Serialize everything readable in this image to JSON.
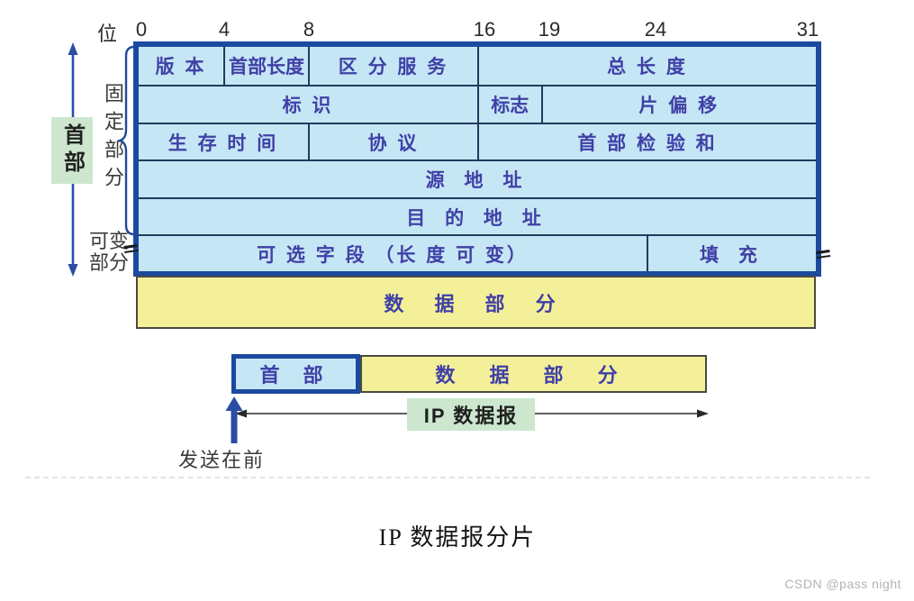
{
  "colors": {
    "table_fill": "#c5e6f4",
    "table_border": "#1b4a9e",
    "grid_line": "#223a5e",
    "field_text": "#4040a6",
    "data_fill": "#f4f09a",
    "label_green": "#cce7cd",
    "arrow_blue": "#2b4da6",
    "watermark_gray": "#b3b3b3"
  },
  "axis": {
    "bit_label": "位",
    "ticks": [
      "0",
      "4",
      "8",
      "16",
      "19",
      "24",
      "31"
    ]
  },
  "side": {
    "header_label": "首部",
    "fixed_part": "固定部分",
    "variable_part": "可变部分"
  },
  "header_table": {
    "rows": [
      {
        "cells": [
          {
            "label": "版 本",
            "bits": 4
          },
          {
            "label": "首部长度",
            "bits": 4
          },
          {
            "label": "区 分 服 务",
            "bits": 8
          },
          {
            "label": "总 长 度",
            "bits": 16
          }
        ]
      },
      {
        "cells": [
          {
            "label": "标   识",
            "bits": 16
          },
          {
            "label": "标志",
            "bits": 3
          },
          {
            "label": "片 偏 移",
            "bits": 13
          }
        ]
      },
      {
        "cells": [
          {
            "label": "生 存 时 间",
            "bits": 8
          },
          {
            "label": "协   议",
            "bits": 8
          },
          {
            "label": "首 部 检 验 和",
            "bits": 16
          }
        ]
      },
      {
        "cells": [
          {
            "label": "源 地 址",
            "bits": 32
          }
        ]
      },
      {
        "cells": [
          {
            "label": "目 的 地 址",
            "bits": 32
          }
        ]
      },
      {
        "cells": [
          {
            "label": "可 选 字 段 （长 度 可 变）",
            "bits": 24
          },
          {
            "label": "填 充",
            "bits": 8
          }
        ]
      }
    ]
  },
  "data_section": {
    "label": "数 据 部 分"
  },
  "datagram_bar": {
    "header_label": "首 部",
    "data_label": "数 据 部 分",
    "span_label": "IP 数据报",
    "sent_first": "发送在前"
  },
  "caption": "IP  数据报分片",
  "watermark": "CSDN @pass night"
}
